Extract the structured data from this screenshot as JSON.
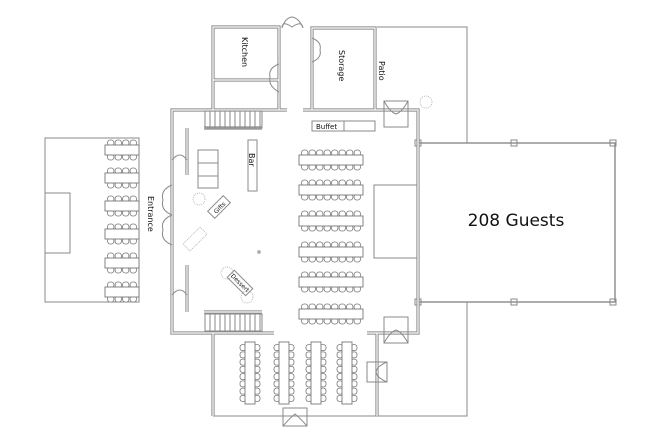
{
  "labels": {
    "kitchen": "Kitchen",
    "storage": "Storage",
    "patio": "Patio",
    "buffet": "Buffet",
    "bar": "Bar",
    "gifts": "Gifts",
    "dessert": "Dessert",
    "entrance": "Entrance",
    "guests": "208 Guests"
  },
  "seating": {
    "hall_rows": 6,
    "hall_chairs_per_side": 8,
    "south_room_tables": 4,
    "south_room_chairs_per_side": 8,
    "west_tent_rows": 6,
    "west_tent_chairs_per_side": 4
  },
  "colors": {
    "line": "#8a8a8a",
    "text": "#111111"
  }
}
